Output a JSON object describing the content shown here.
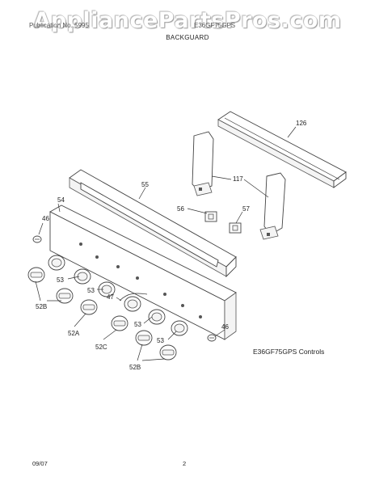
{
  "watermark": "AppliancePartsPros.com",
  "header": {
    "left": "Publication No. 5995",
    "right": "E36GF75GPS",
    "section_title": "BACKGUARD"
  },
  "labels": {
    "p126": "126",
    "p117": "117",
    "p55": "55",
    "p54": "54",
    "p56": "56",
    "p57": "57",
    "p46a": "46",
    "p46b": "46",
    "p53a": "53",
    "p53b": "53",
    "p53c": "53",
    "p53d": "53",
    "p52b_a": "52B",
    "p52b_b": "52B",
    "p52a": "52A",
    "p52c": "52C",
    "p47": "47"
  },
  "caption": "E36GF75GPS Controls",
  "footer": {
    "date": "09/07",
    "page": "2"
  }
}
